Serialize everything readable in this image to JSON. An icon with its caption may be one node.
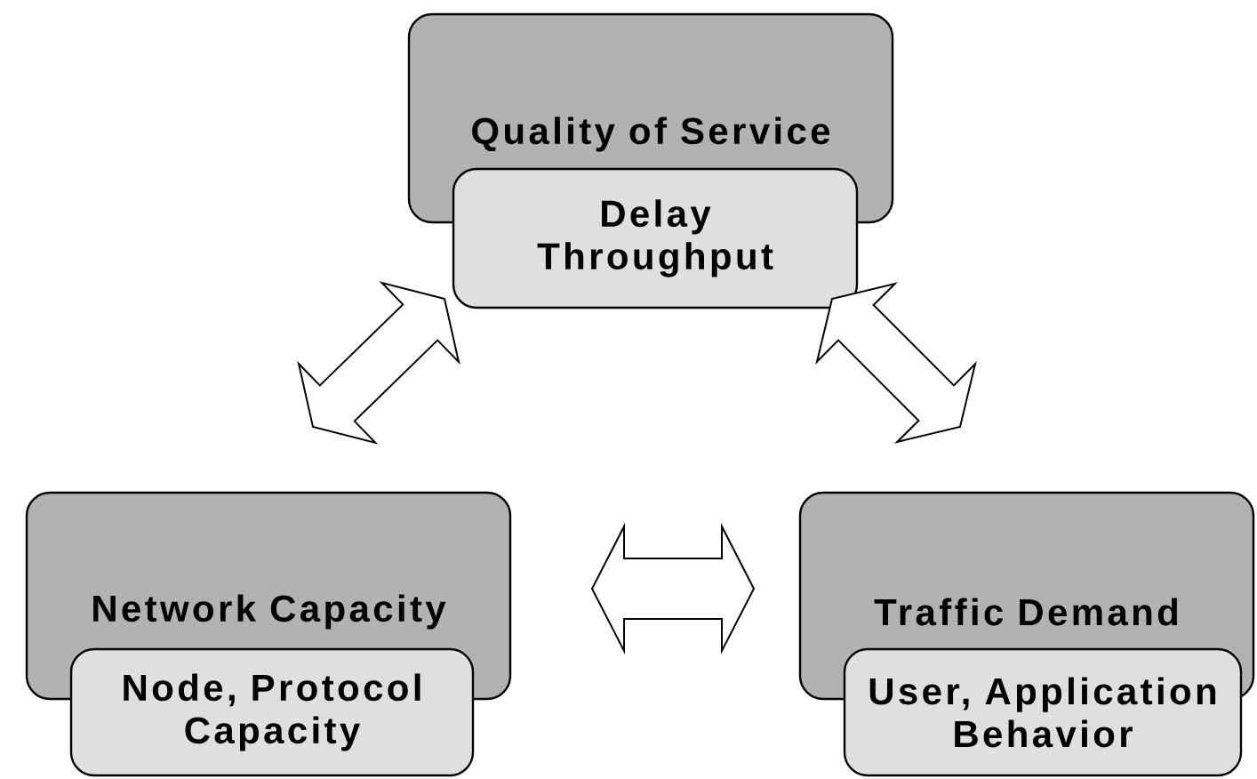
{
  "diagram": {
    "nodes": [
      {
        "text": [
          "Quality of Service"
        ]
      },
      {
        "text": [
          "Delay Throughput"
        ]
      },
      {
        "text": [
          "Network Capacity"
        ]
      },
      {
        "text": [
          "Node, Protocol Capacity"
        ]
      },
      {
        "text": [
          "Traffic Demand"
        ]
      },
      {
        "text": [
          "User, Application Behavior"
        ]
      }
    ],
    "edges": [
      {
        "from": 0,
        "to": 2,
        "arrow": "both"
      },
      {
        "from": 0,
        "to": 4,
        "arrow": "both"
      },
      {
        "from": 2,
        "to": 4,
        "arrow": "both"
      }
    ]
  }
}
